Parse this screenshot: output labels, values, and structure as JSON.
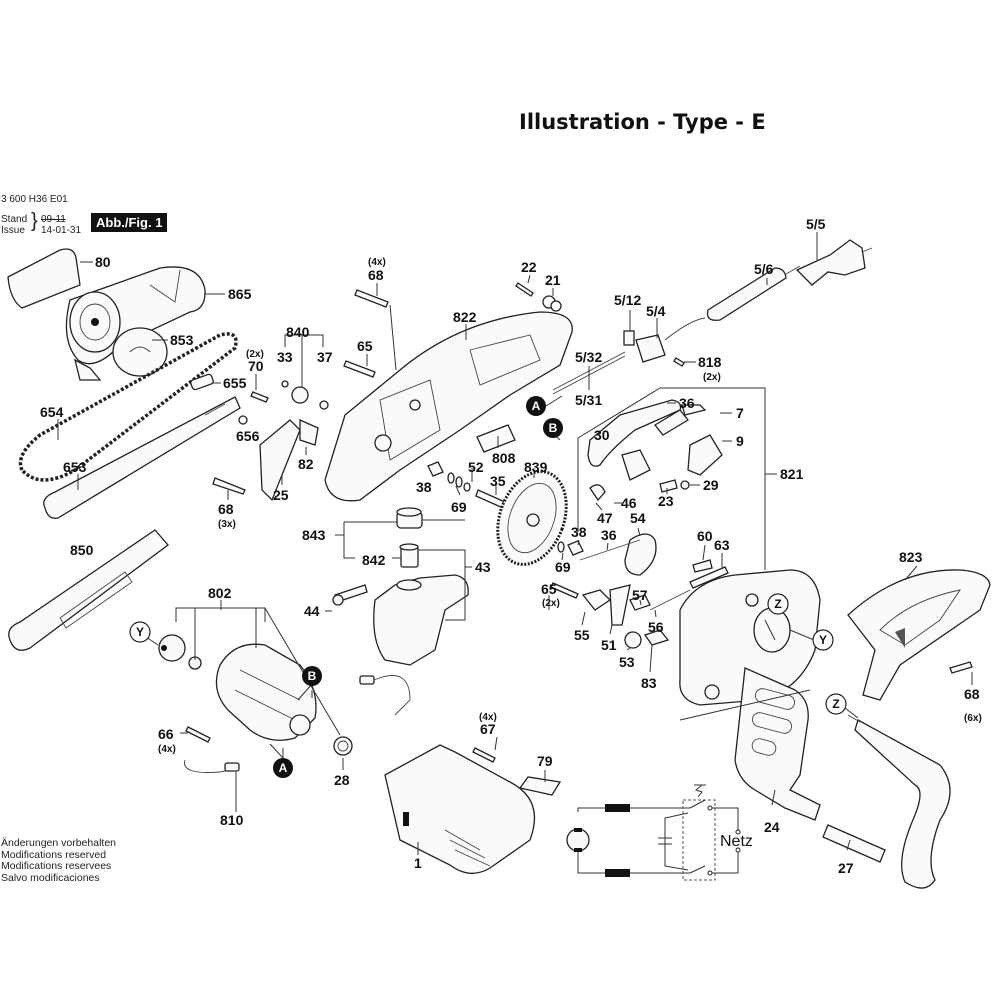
{
  "header": {
    "title": "Illustration - Type - E",
    "part_number": "3 600 H36 E01",
    "stand_label": "Stand",
    "issue_label": "Issue",
    "stand_value": "09-11",
    "issue_value": "14-01-31",
    "figure_badge": "Abb./Fig. 1"
  },
  "footer": {
    "lines": [
      "Änderungen vorbehalten",
      "Modifications reserved",
      "Modifications reservees",
      "Salvo modificaciones"
    ]
  },
  "callouts": {
    "c80": "80",
    "c865": "865",
    "c853": "853",
    "c655": "655",
    "c654": "654",
    "c656": "656",
    "c653": "653",
    "c68a": "68",
    "c68a_qty": "(3x)",
    "c68b": "68",
    "c68b_qty": "(4x)",
    "c840": "840",
    "c33": "33",
    "c37": "37",
    "c70": "70",
    "c70_qty": "(2x)",
    "c65a": "65",
    "c25": "25",
    "c82": "82",
    "c822": "822",
    "c22": "22",
    "c21": "21",
    "c38a": "38",
    "c52": "52",
    "c35": "35",
    "c69a": "69",
    "c808": "808",
    "c839": "839",
    "c843": "843",
    "c842": "842",
    "c43": "43",
    "c44": "44",
    "c850": "850",
    "c802": "802",
    "c66": "66",
    "c66_qty": "(4x)",
    "c810": "810",
    "c28": "28",
    "c67": "67",
    "c67_qty": "(4x)",
    "c79": "79",
    "c1": "1",
    "c5_5": "5/5",
    "c5_6": "5/6",
    "c5_12": "5/12",
    "c5_4": "5/4",
    "c5_32": "5/32",
    "c5_31": "5/31",
    "c818": "818",
    "c818_qty": "(2x)",
    "c36a": "36",
    "c7": "7",
    "c30": "30",
    "c9": "9",
    "c821": "821",
    "c46": "46",
    "c23": "23",
    "c29": "29",
    "c47": "47",
    "c54": "54",
    "c38b": "38",
    "c36b": "36",
    "c69b": "69",
    "c60": "60",
    "c63": "63",
    "c65b": "65",
    "c65b_qty": "(2x)",
    "c55": "55",
    "c57": "57",
    "c56": "56",
    "c51": "51",
    "c53": "53",
    "c83": "83",
    "c823": "823",
    "c68c": "68",
    "c68c_qty": "(6x)",
    "c24": "24",
    "c27": "27",
    "netz": "Netz"
  },
  "markers": {
    "A": "A",
    "B": "B",
    "Y": "Y",
    "Z": "Z"
  }
}
